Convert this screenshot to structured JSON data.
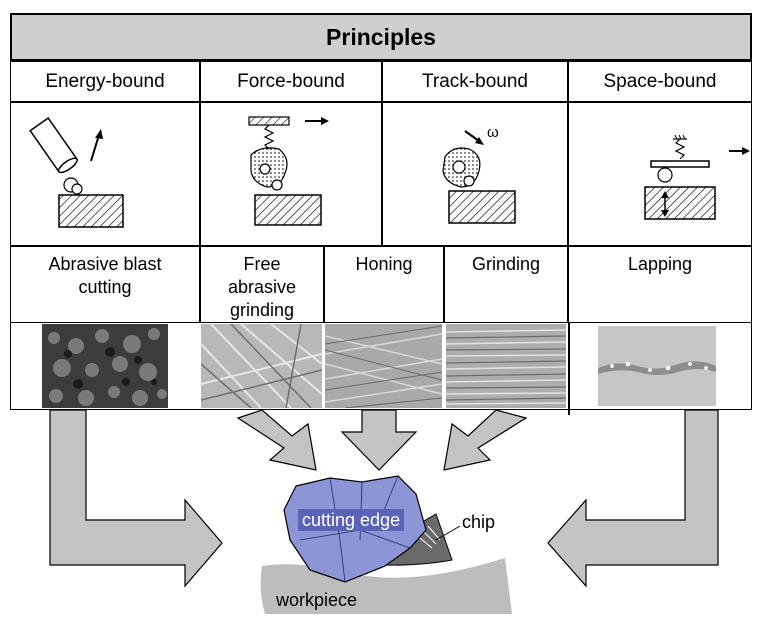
{
  "title": "Principles",
  "principles": [
    {
      "label": "Energy-bound"
    },
    {
      "label": "Force-bound"
    },
    {
      "label": "Track-bound",
      "symbol": "ω"
    },
    {
      "label": "Space-bound"
    }
  ],
  "methods": [
    {
      "label": "Abrasive blast cutting"
    },
    {
      "label": "Free abrasive grinding"
    },
    {
      "label": "Honing"
    },
    {
      "label": "Grinding"
    },
    {
      "label": "Lapping"
    }
  ],
  "bottom": {
    "tool_label": "cutting edge",
    "chip_label": "chip",
    "workpiece_label": "workpiece"
  },
  "colors": {
    "header_bg": "#cfcfcf",
    "arrow_fill": "#c4c4c4",
    "tool_fill": "#8c95d6",
    "chip_fill": "#6a6a6a",
    "workpiece_fill": "#bdbdbd"
  }
}
